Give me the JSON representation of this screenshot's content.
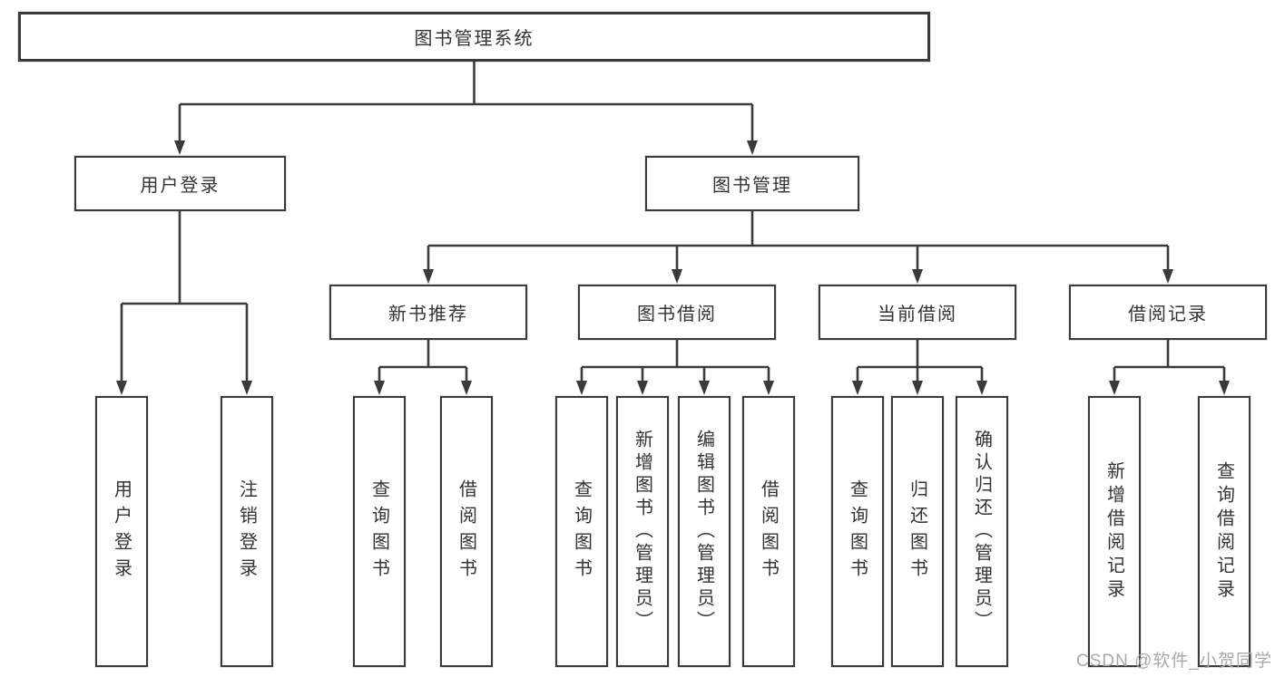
{
  "colors": {
    "line": "#3a3a3a",
    "box_border": "#3a3a3a",
    "box_fill": "#ffffff",
    "text": "#333333",
    "background": "#ffffff",
    "watermark": "#a9a9a9"
  },
  "tree": {
    "root": {
      "label": "图书管理系统"
    },
    "branches": [
      {
        "label": "用户登录",
        "children": [
          "用户登录",
          "注销登录"
        ]
      },
      {
        "label": "图书管理",
        "children": [
          {
            "label": "新书推荐",
            "children": [
              "查询图书",
              "借阅图书"
            ]
          },
          {
            "label": "图书借阅",
            "children": [
              "查询图书",
              "新增图书（管理员）",
              "编辑图书（管理员）",
              "借阅图书"
            ]
          },
          {
            "label": "当前借阅",
            "children": [
              "查询图书",
              "归还图书",
              "确认归还（管理员）"
            ]
          },
          {
            "label": "借阅记录",
            "children": [
              "新增借阅记录",
              "查询借阅记录"
            ]
          }
        ]
      }
    ]
  },
  "watermark": {
    "text": "CSDN @软件_小贺同学"
  }
}
